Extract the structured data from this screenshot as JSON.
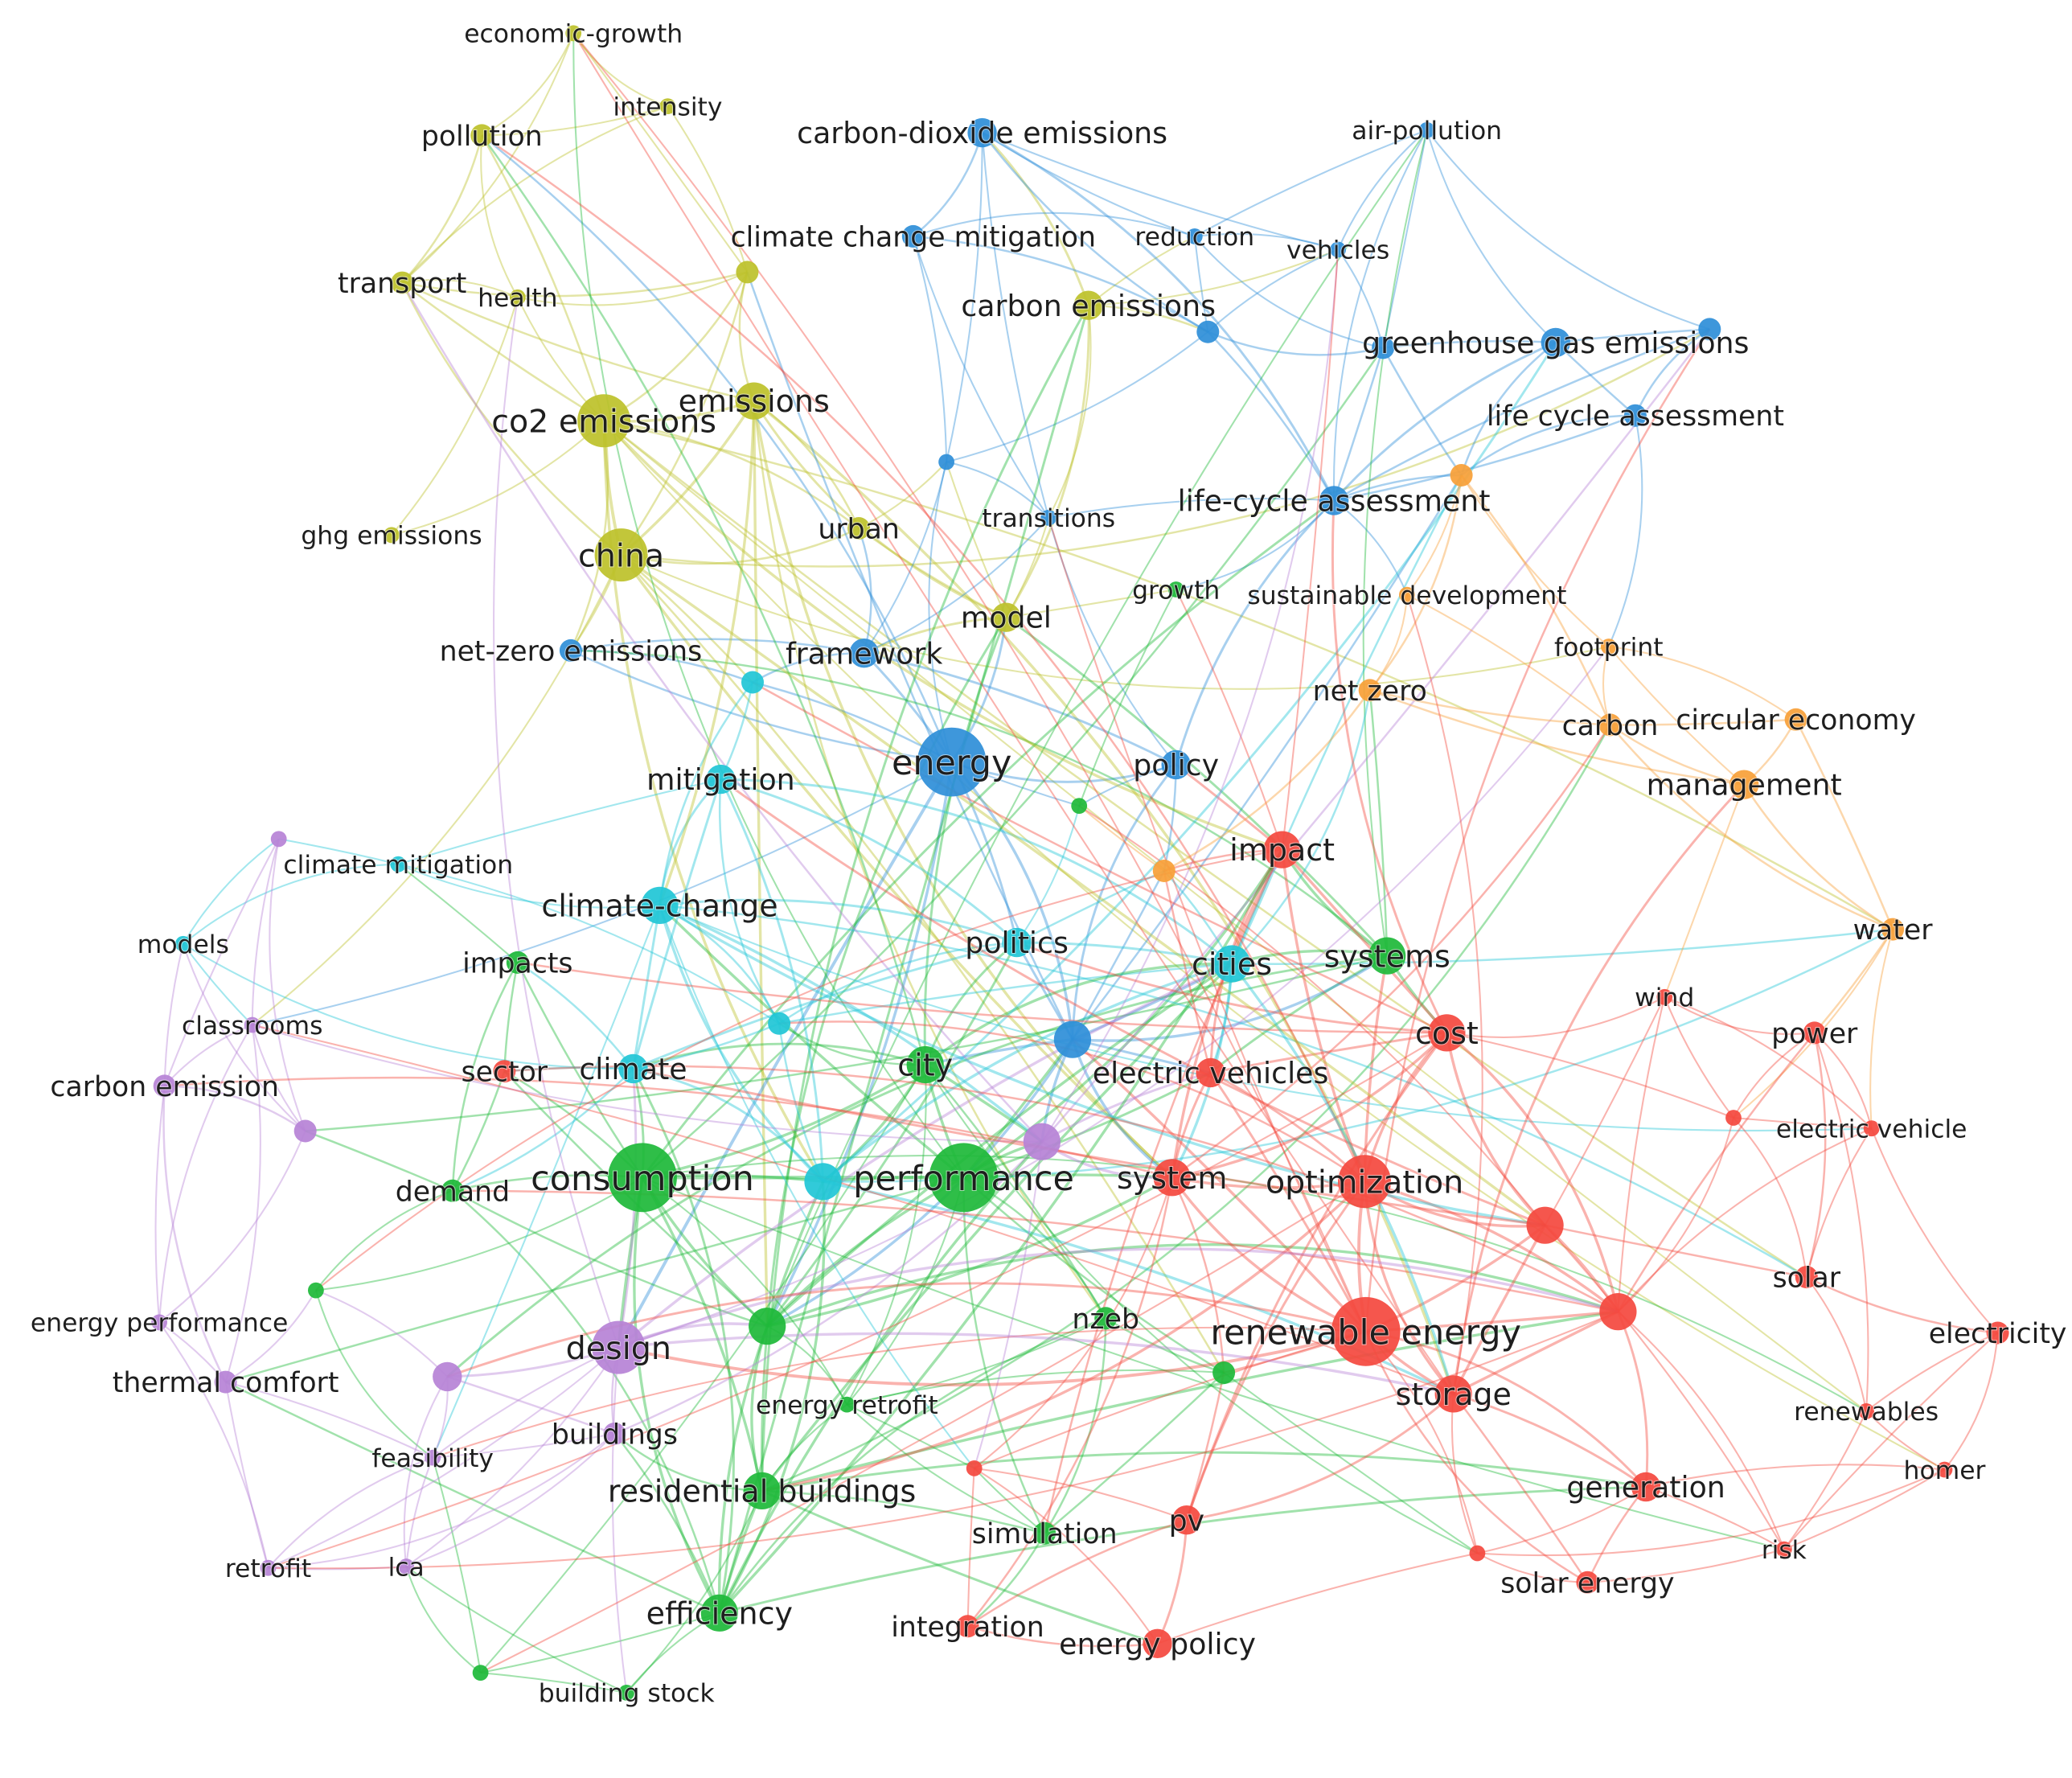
{
  "colors": {
    "red": "#f4493f",
    "green": "#1fb93a",
    "blue": "#2f8fd8",
    "yellowgreen": "#bdc22b",
    "cyan": "#21c6d6",
    "purple": "#b783d6",
    "orange": "#f7a039"
  },
  "nodes": [
    {
      "id": "economic-growth",
      "label": "economic-growth",
      "cluster": "yellowgreen",
      "size": 1
    },
    {
      "id": "intensity",
      "label": "intensity",
      "cluster": "yellowgreen",
      "size": 1
    },
    {
      "id": "pollution",
      "label": "pollution",
      "cluster": "yellowgreen",
      "size": 2
    },
    {
      "id": "transport",
      "label": "transport",
      "cluster": "yellowgreen",
      "size": 2
    },
    {
      "id": "health",
      "label": "health",
      "cluster": "yellowgreen",
      "size": 1
    },
    {
      "id": "yg-node-a",
      "label": "",
      "cluster": "yellowgreen",
      "size": 2
    },
    {
      "id": "co2 emissions",
      "label": "co2 emissions",
      "cluster": "yellowgreen",
      "size": 5
    },
    {
      "id": "emissions",
      "label": "emissions",
      "cluster": "yellowgreen",
      "size": 4
    },
    {
      "id": "ghg emissions",
      "label": "ghg emissions",
      "cluster": "yellowgreen",
      "size": 1
    },
    {
      "id": "china",
      "label": "china",
      "cluster": "yellowgreen",
      "size": 5
    },
    {
      "id": "urban",
      "label": "urban",
      "cluster": "yellowgreen",
      "size": 2
    },
    {
      "id": "model",
      "label": "model",
      "cluster": "yellowgreen",
      "size": 3
    },
    {
      "id": "carbon emissions",
      "label": "carbon emissions",
      "cluster": "yellowgreen",
      "size": 3
    },
    {
      "id": "carbon-dioxide emissions",
      "label": "carbon-dioxide emissions",
      "cluster": "blue",
      "size": 3
    },
    {
      "id": "air-pollution",
      "label": "air-pollution",
      "cluster": "blue",
      "size": 1
    },
    {
      "id": "climate change mitigation",
      "label": "climate change mitigation",
      "cluster": "blue",
      "size": 2
    },
    {
      "id": "reduction",
      "label": "reduction",
      "cluster": "blue",
      "size": 1
    },
    {
      "id": "vehicles",
      "label": "vehicles",
      "cluster": "blue",
      "size": 1
    },
    {
      "id": "blue-node-a",
      "label": "",
      "cluster": "blue",
      "size": 2
    },
    {
      "id": "greenhouse gas emissions",
      "label": "greenhouse gas emissions",
      "cluster": "blue",
      "size": 3
    },
    {
      "id": "blue-node-b",
      "label": "",
      "cluster": "blue",
      "size": 2
    },
    {
      "id": "blue-node-c",
      "label": "",
      "cluster": "blue",
      "size": 2
    },
    {
      "id": "life cycle assessment",
      "label": "life cycle assessment",
      "cluster": "blue",
      "size": 2
    },
    {
      "id": "blue-node-d",
      "label": "",
      "cluster": "blue",
      "size": 1
    },
    {
      "id": "life-cycle assessment",
      "label": "life-cycle assessment",
      "cluster": "blue",
      "size": 3
    },
    {
      "id": "transitions",
      "label": "transitions",
      "cluster": "blue",
      "size": 1
    },
    {
      "id": "net-zero emissions",
      "label": "net-zero emissions",
      "cluster": "blue",
      "size": 2
    },
    {
      "id": "framework",
      "label": "framework",
      "cluster": "blue",
      "size": 3
    },
    {
      "id": "energy",
      "label": "energy",
      "cluster": "blue",
      "size": 6
    },
    {
      "id": "policy",
      "label": "policy",
      "cluster": "blue",
      "size": 3
    },
    {
      "id": "blue-node-e",
      "label": "",
      "cluster": "blue",
      "size": 4
    },
    {
      "id": "growth",
      "label": "growth",
      "cluster": "green",
      "size": 1
    },
    {
      "id": "green-node-a",
      "label": "",
      "cluster": "green",
      "size": 1
    },
    {
      "id": "systems",
      "label": "systems",
      "cluster": "green",
      "size": 4
    },
    {
      "id": "impacts",
      "label": "impacts",
      "cluster": "green",
      "size": 2
    },
    {
      "id": "city",
      "label": "city",
      "cluster": "green",
      "size": 4
    },
    {
      "id": "demand",
      "label": "demand",
      "cluster": "green",
      "size": 2
    },
    {
      "id": "consumption",
      "label": "consumption",
      "cluster": "green",
      "size": 6
    },
    {
      "id": "performance",
      "label": "performance",
      "cluster": "green",
      "size": 6
    },
    {
      "id": "green-node-b",
      "label": "",
      "cluster": "green",
      "size": 1
    },
    {
      "id": "green-node-c",
      "label": "",
      "cluster": "green",
      "size": 4
    },
    {
      "id": "nzeb",
      "label": "nzeb",
      "cluster": "green",
      "size": 2
    },
    {
      "id": "green-node-d",
      "label": "",
      "cluster": "green",
      "size": 2
    },
    {
      "id": "energy retrofit",
      "label": "energy retrofit",
      "cluster": "green",
      "size": 1
    },
    {
      "id": "residential buildings",
      "label": "residential buildings",
      "cluster": "green",
      "size": 4
    },
    {
      "id": "simulation",
      "label": "simulation",
      "cluster": "green",
      "size": 2
    },
    {
      "id": "efficiency",
      "label": "efficiency",
      "cluster": "green",
      "size": 4
    },
    {
      "id": "green-node-e",
      "label": "",
      "cluster": "green",
      "size": 1
    },
    {
      "id": "building stock",
      "label": "building stock",
      "cluster": "green",
      "size": 1
    },
    {
      "id": "cyan-node-a",
      "label": "",
      "cluster": "cyan",
      "size": 2
    },
    {
      "id": "mitigation",
      "label": "mitigation",
      "cluster": "cyan",
      "size": 3
    },
    {
      "id": "climate mitigation",
      "label": "climate mitigation",
      "cluster": "cyan",
      "size": 1
    },
    {
      "id": "models",
      "label": "models",
      "cluster": "cyan",
      "size": 1
    },
    {
      "id": "climate-change",
      "label": "climate-change",
      "cluster": "cyan",
      "size": 4
    },
    {
      "id": "politics",
      "label": "politics",
      "cluster": "cyan",
      "size": 3
    },
    {
      "id": "cities",
      "label": "cities",
      "cluster": "cyan",
      "size": 4
    },
    {
      "id": "cyan-node-b",
      "label": "",
      "cluster": "cyan",
      "size": 2
    },
    {
      "id": "climate",
      "label": "climate",
      "cluster": "cyan",
      "size": 3
    },
    {
      "id": "cyan-node-c",
      "label": "",
      "cluster": "cyan",
      "size": 4
    },
    {
      "id": "purple-node-a",
      "label": "",
      "cluster": "purple",
      "size": 1
    },
    {
      "id": "classrooms",
      "label": "classrooms",
      "cluster": "purple",
      "size": 1
    },
    {
      "id": "carbon emission",
      "label": "carbon emission",
      "cluster": "purple",
      "size": 2
    },
    {
      "id": "purple-node-b",
      "label": "",
      "cluster": "purple",
      "size": 2
    },
    {
      "id": "purple-node-c",
      "label": "",
      "cluster": "purple",
      "size": 4
    },
    {
      "id": "energy performance",
      "label": "energy performance",
      "cluster": "purple",
      "size": 1
    },
    {
      "id": "design",
      "label": "design",
      "cluster": "purple",
      "size": 5
    },
    {
      "id": "thermal comfort",
      "label": "thermal comfort",
      "cluster": "purple",
      "size": 2
    },
    {
      "id": "purple-node-d",
      "label": "",
      "cluster": "purple",
      "size": 3
    },
    {
      "id": "buildings",
      "label": "buildings",
      "cluster": "purple",
      "size": 2
    },
    {
      "id": "feasibility",
      "label": "feasibility",
      "cluster": "purple",
      "size": 1
    },
    {
      "id": "retrofit",
      "label": "retrofit",
      "cluster": "purple",
      "size": 1
    },
    {
      "id": "lca",
      "label": "lca",
      "cluster": "purple",
      "size": 1
    },
    {
      "id": "orange-node-a",
      "label": "",
      "cluster": "orange",
      "size": 2
    },
    {
      "id": "sustainable development",
      "label": "sustainable development",
      "cluster": "orange",
      "size": 1
    },
    {
      "id": "footprint",
      "label": "footprint",
      "cluster": "orange",
      "size": 1
    },
    {
      "id": "net zero",
      "label": "net zero",
      "cluster": "orange",
      "size": 2
    },
    {
      "id": "carbon",
      "label": "carbon",
      "cluster": "orange",
      "size": 2
    },
    {
      "id": "circular economy",
      "label": "circular economy",
      "cluster": "orange",
      "size": 2
    },
    {
      "id": "management",
      "label": "management",
      "cluster": "orange",
      "size": 3
    },
    {
      "id": "orange-node-b",
      "label": "",
      "cluster": "orange",
      "size": 2
    },
    {
      "id": "water",
      "label": "water",
      "cluster": "orange",
      "size": 2
    },
    {
      "id": "impact",
      "label": "impact",
      "cluster": "red",
      "size": 4
    },
    {
      "id": "wind",
      "label": "wind",
      "cluster": "red",
      "size": 1
    },
    {
      "id": "cost",
      "label": "cost",
      "cluster": "red",
      "size": 4
    },
    {
      "id": "power",
      "label": "power",
      "cluster": "red",
      "size": 2
    },
    {
      "id": "sector",
      "label": "sector",
      "cluster": "red",
      "size": 2
    },
    {
      "id": "electric vehicles",
      "label": "electric vehicles",
      "cluster": "red",
      "size": 3
    },
    {
      "id": "red-node-a",
      "label": "",
      "cluster": "red",
      "size": 1
    },
    {
      "id": "electric vehicle",
      "label": "electric vehicle",
      "cluster": "red",
      "size": 1
    },
    {
      "id": "system",
      "label": "system",
      "cluster": "red",
      "size": 4
    },
    {
      "id": "optimization",
      "label": "optimization",
      "cluster": "red",
      "size": 5
    },
    {
      "id": "red-node-b",
      "label": "",
      "cluster": "red",
      "size": 4
    },
    {
      "id": "solar",
      "label": "solar",
      "cluster": "red",
      "size": 2
    },
    {
      "id": "red-node-c",
      "label": "",
      "cluster": "red",
      "size": 4
    },
    {
      "id": "renewable energy",
      "label": "renewable energy",
      "cluster": "red",
      "size": 6
    },
    {
      "id": "electricity",
      "label": "electricity",
      "cluster": "red",
      "size": 2
    },
    {
      "id": "storage",
      "label": "storage",
      "cluster": "red",
      "size": 4
    },
    {
      "id": "renewables",
      "label": "renewables",
      "cluster": "red",
      "size": 1
    },
    {
      "id": "homer",
      "label": "homer",
      "cluster": "red",
      "size": 1
    },
    {
      "id": "red-node-d",
      "label": "",
      "cluster": "red",
      "size": 1
    },
    {
      "id": "generation",
      "label": "generation",
      "cluster": "red",
      "size": 3
    },
    {
      "id": "pv",
      "label": "pv",
      "cluster": "red",
      "size": 3
    },
    {
      "id": "risk",
      "label": "risk",
      "cluster": "red",
      "size": 1
    },
    {
      "id": "red-node-e",
      "label": "",
      "cluster": "red",
      "size": 1
    },
    {
      "id": "solar energy",
      "label": "solar energy",
      "cluster": "red",
      "size": 2
    },
    {
      "id": "integration",
      "label": "integration",
      "cluster": "red",
      "size": 2
    },
    {
      "id": "energy policy",
      "label": "energy policy",
      "cluster": "red",
      "size": 3
    }
  ]
}
